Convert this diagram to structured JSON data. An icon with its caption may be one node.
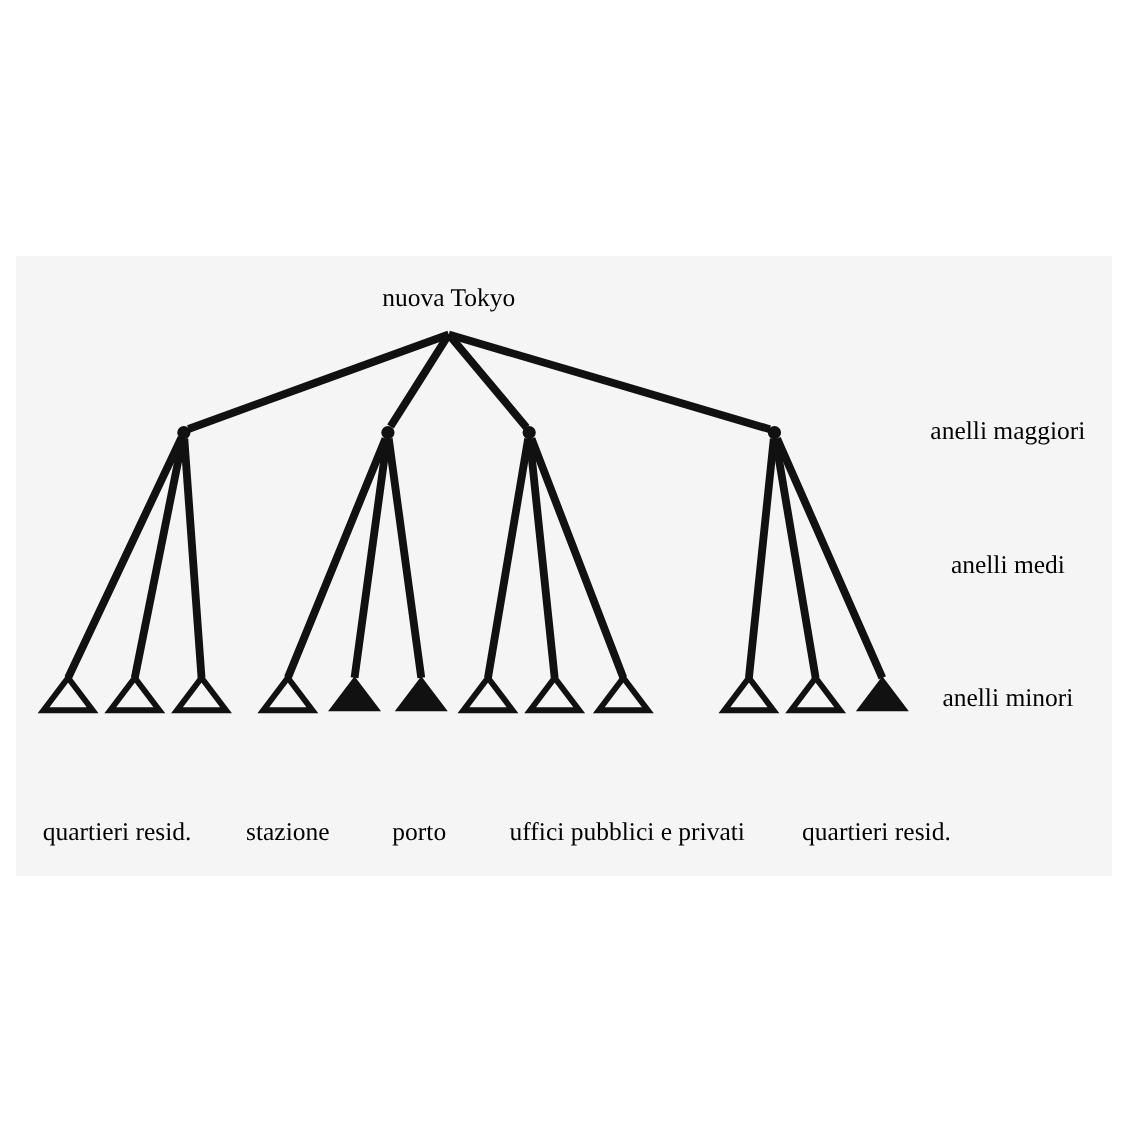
{
  "diagram": {
    "nodes": [
      {
        "text": [
          "nuova Tokyo"
        ]
      },
      {
        "text": [],
        "shape": "point"
      },
      {
        "text": [],
        "shape": "point"
      },
      {
        "text": [],
        "shape": "point"
      },
      {
        "text": [],
        "shape": "point"
      },
      {
        "text": [],
        "shape": "fork"
      },
      {
        "text": [],
        "shape": "fork"
      },
      {
        "text": [],
        "shape": "fork"
      },
      {
        "text": [],
        "shape": "fork"
      },
      {
        "text": [],
        "shape": "triangle"
      },
      {
        "text": [],
        "shape": "triangle"
      },
      {
        "text": [],
        "shape": "fork"
      },
      {
        "text": [],
        "shape": "fork"
      },
      {
        "text": [],
        "shape": "fork"
      },
      {
        "text": [],
        "shape": "fork"
      },
      {
        "text": [],
        "shape": "fork"
      },
      {
        "text": [],
        "shape": "triangle"
      }
    ],
    "edges": [
      {
        "from": 0,
        "to": 1,
        "arrow": "none"
      },
      {
        "from": 0,
        "to": 2,
        "arrow": "none"
      },
      {
        "from": 0,
        "to": 3,
        "arrow": "none"
      },
      {
        "from": 0,
        "to": 4,
        "arrow": "none"
      },
      {
        "from": 1,
        "to": 5,
        "arrow": "none"
      },
      {
        "from": 1,
        "to": 6,
        "arrow": "none"
      },
      {
        "from": 1,
        "to": 7,
        "arrow": "none"
      },
      {
        "from": 2,
        "to": 8,
        "arrow": "none"
      },
      {
        "from": 2,
        "to": 9,
        "arrow": "none"
      },
      {
        "from": 2,
        "to": 10,
        "arrow": "none"
      },
      {
        "from": 3,
        "to": 11,
        "arrow": "none"
      },
      {
        "from": 3,
        "to": 12,
        "arrow": "none"
      },
      {
        "from": 3,
        "to": 13,
        "arrow": "none"
      },
      {
        "from": 4,
        "to": 14,
        "arrow": "none"
      },
      {
        "from": 4,
        "to": 15,
        "arrow": "none"
      },
      {
        "from": 4,
        "to": 16,
        "arrow": "none"
      }
    ],
    "labels": [
      "anelli maggiori",
      "anelli medi",
      "anelli minori",
      "quartieri resid.",
      "stazione",
      "porto",
      "uffici pubblici e privati",
      "quartieri resid."
    ]
  }
}
